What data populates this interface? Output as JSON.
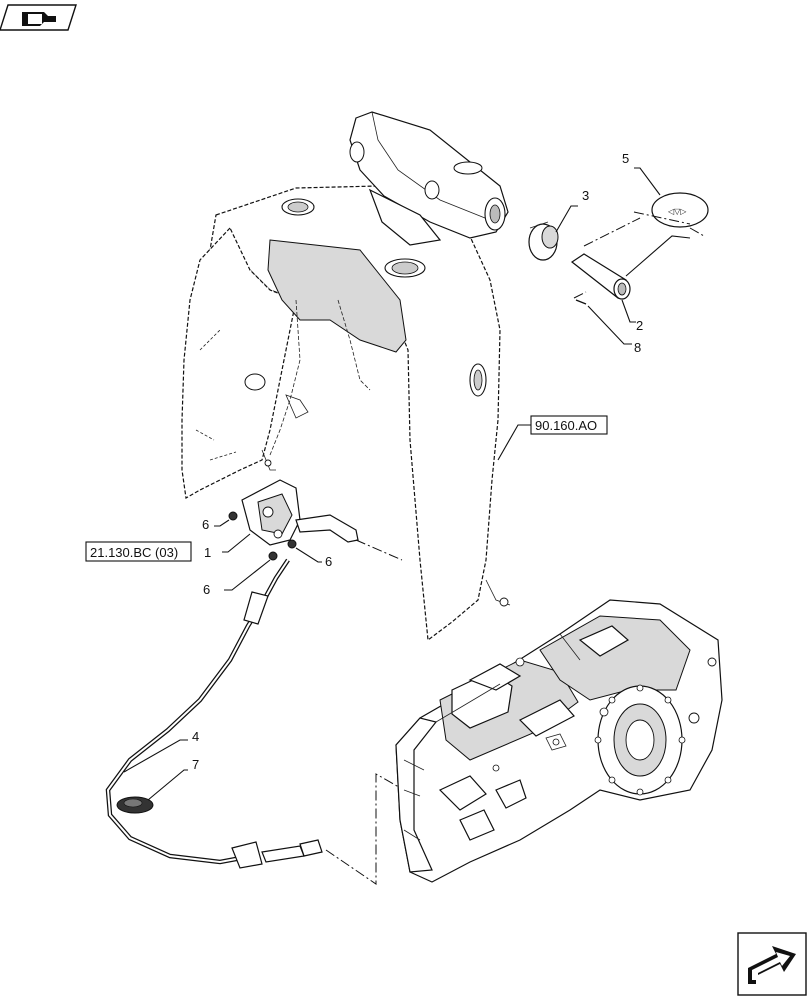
{
  "references": {
    "top": "90.160.AO",
    "left": "21.130.BC (03)"
  },
  "callouts": [
    {
      "id": "callout-1",
      "label": "1"
    },
    {
      "id": "callout-2",
      "label": "2"
    },
    {
      "id": "callout-3",
      "label": "3"
    },
    {
      "id": "callout-4",
      "label": "4"
    },
    {
      "id": "callout-5",
      "label": "5"
    },
    {
      "id": "callout-6a",
      "label": "6"
    },
    {
      "id": "callout-6b",
      "label": "6"
    },
    {
      "id": "callout-6c",
      "label": "6"
    },
    {
      "id": "callout-7",
      "label": "7"
    },
    {
      "id": "callout-8",
      "label": "8"
    }
  ],
  "icons": {
    "top_left": "view-orientation-icon",
    "bottom_right": "next-page-arrow-icon"
  },
  "colors": {
    "line": "#111111",
    "background": "#ffffff",
    "shade": "#d9d9d9"
  }
}
